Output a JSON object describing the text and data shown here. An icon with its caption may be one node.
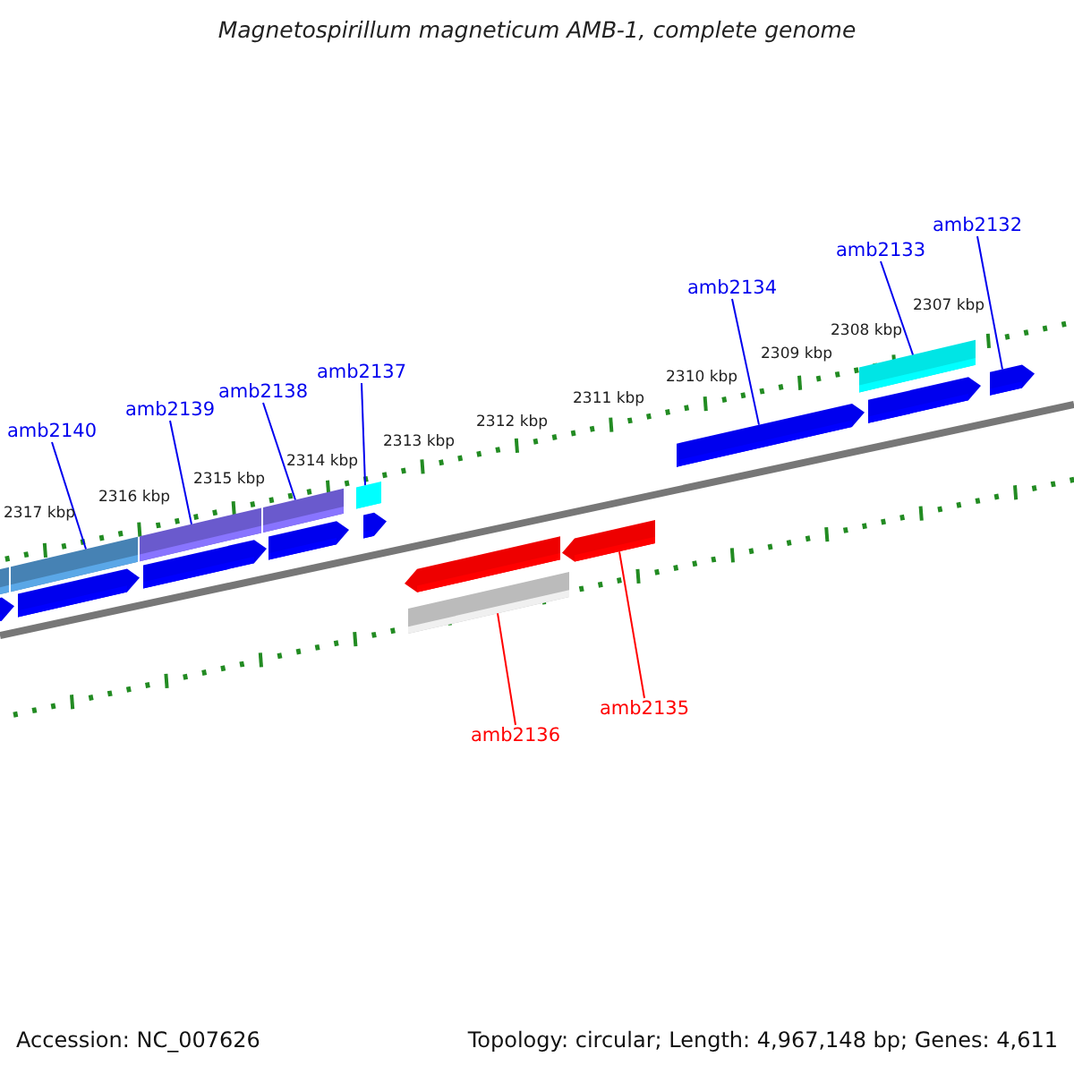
{
  "diagram": {
    "title": "Magnetospirillum magneticum AMB-1, complete genome",
    "nodes": [
      {
        "text": [
          "amb2140"
        ]
      },
      {
        "text": [
          "amb2139"
        ]
      },
      {
        "text": [
          "amb2138"
        ]
      },
      {
        "text": [
          "amb2137"
        ]
      },
      {
        "text": [
          "amb2134"
        ]
      },
      {
        "text": [
          "amb2133"
        ]
      },
      {
        "text": [
          "amb2132"
        ]
      },
      {
        "text": [
          "amb2136"
        ]
      },
      {
        "text": [
          "amb2135"
        ]
      },
      {
        "text": [],
        "shape": "arrow"
      },
      {
        "text": [],
        "shape": "bar"
      },
      {
        "text": [],
        "shape": "bar"
      },
      {
        "text": [],
        "shape": "arrow"
      },
      {
        "text": [],
        "shape": "bar"
      },
      {
        "text": [],
        "shape": "arrow"
      },
      {
        "text": [],
        "shape": "bar"
      },
      {
        "text": [],
        "shape": "arrow"
      },
      {
        "text": [],
        "shape": "bar"
      },
      {
        "text": [],
        "shape": "arrow"
      },
      {
        "text": [],
        "shape": "arrow"
      },
      {
        "text": [],
        "shape": "bar"
      },
      {
        "text": [],
        "shape": "arrow"
      },
      {
        "text": [],
        "shape": "arrow"
      },
      {
        "text": [],
        "shape": "bar"
      },
      {
        "text": [],
        "shape": "arrow"
      },
      {
        "text": [],
        "shape": "arrow"
      }
    ],
    "edges": [
      {
        "from": 0,
        "to": 11,
        "arrow": "none"
      },
      {
        "from": 1,
        "to": 13,
        "arrow": "none"
      },
      {
        "from": 2,
        "to": 15,
        "arrow": "none"
      },
      {
        "from": 3,
        "to": 17,
        "arrow": "none"
      },
      {
        "from": 4,
        "to": 22,
        "arrow": "none"
      },
      {
        "from": 5,
        "to": 23,
        "arrow": "none"
      },
      {
        "from": 6,
        "to": 25,
        "arrow": "none"
      },
      {
        "from": 7,
        "to": 20,
        "arrow": "none",
        "color": "#ff0000"
      },
      {
        "from": 8,
        "to": 21,
        "arrow": "none",
        "color": "#ff0000"
      }
    ],
    "labels": [
      "2307 kbp",
      "2308 kbp",
      "2309 kbp",
      "2310 kbp",
      "2311 kbp",
      "2312 kbp",
      "2313 kbp",
      "2314 kbp",
      "2315 kbp",
      "2316 kbp",
      "2317 kbp",
      "Accession: NC_007626",
      "Topology: circular; Length: 4,967,148 bp; Genes: 4,611"
    ]
  }
}
